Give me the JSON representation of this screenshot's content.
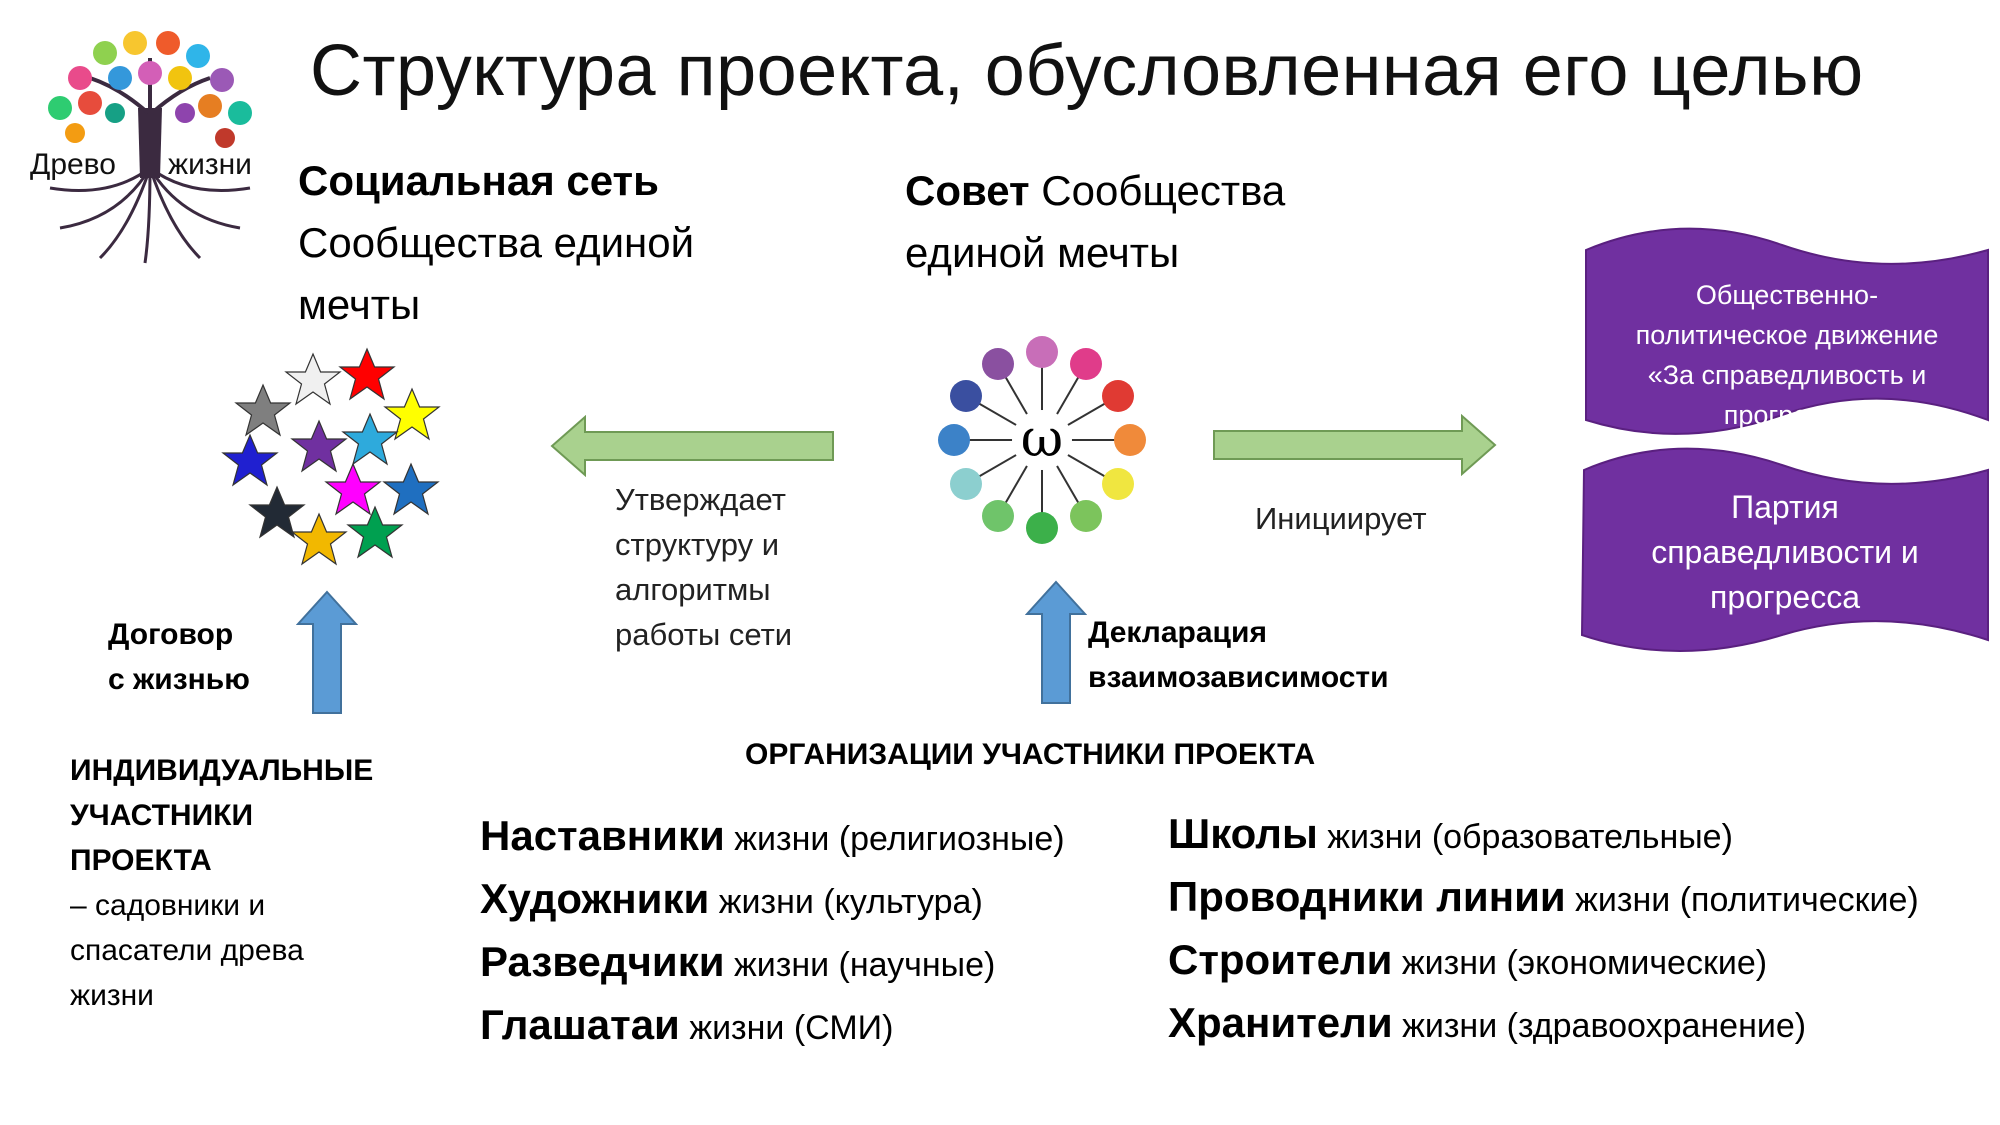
{
  "title": "Структура проекта, обусловленная его целью",
  "logo": {
    "left_word": "Древо",
    "right_word": "жизни"
  },
  "social_network": {
    "bold": "Социальная сеть",
    "rest_1": "Сообщества единой",
    "rest_2": "мечты"
  },
  "council": {
    "bold": "Совет",
    "rest_1": " Сообщества",
    "rest_2": "единой мечты"
  },
  "council_symbol": "ω",
  "arrow_left_label": [
    "Утверждает",
    "структуру и",
    "алгоритмы",
    "работы сети"
  ],
  "arrow_right_label": "Инициирует",
  "contract_label": [
    "Договор",
    "с жизнью"
  ],
  "declaration_label": [
    "Декларация",
    "взаимозависимости"
  ],
  "movement_banner": [
    "Общественно-",
    "политическое движение",
    "«За справедливость и",
    "прогресс»"
  ],
  "party_banner": [
    "Партия",
    "справедливости и",
    "прогресса"
  ],
  "individual": {
    "bold_lines": [
      "ИНДИВИДУАЛЬНЫЕ",
      "УЧАСТНИКИ",
      "ПРОЕКТА"
    ],
    "rest_lines": [
      "– садовники и",
      "спасатели древа",
      "жизни"
    ]
  },
  "organizations_heading": "ОРГАНИЗАЦИИ УЧАСТНИКИ ПРОЕКТА",
  "organizations_left": [
    {
      "bold": "Наставники",
      "rest": " жизни (религиозные)"
    },
    {
      "bold": "Художники",
      "rest": " жизни (культура)"
    },
    {
      "bold": "Разведчики",
      "rest": " жизни (научные)"
    },
    {
      "bold": "Глашатаи",
      "rest": " жизни (СМИ)"
    }
  ],
  "organizations_right": [
    {
      "bold": "Школы",
      "rest": " жизни (образовательные)"
    },
    {
      "bold": "Проводники линии",
      "rest": " жизни (политические)"
    },
    {
      "bold": "Строители",
      "rest": " жизни (экономические)"
    },
    {
      "bold": "Хранители",
      "rest": " жизни (здравоохранение)"
    }
  ],
  "colors": {
    "purple_banner": "#7030a0",
    "arrow_green": "#a9d18e",
    "arrow_blue": "#5b9bd5"
  }
}
